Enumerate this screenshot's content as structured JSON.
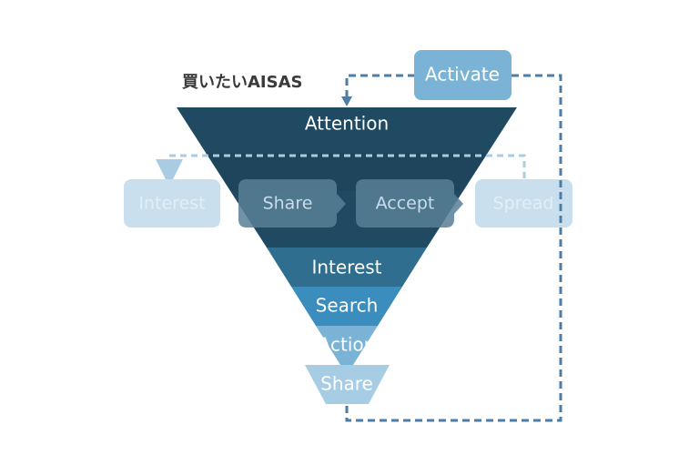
{
  "title": "買いたいAISAS",
  "activate": {
    "label": "Activate"
  },
  "funnel": {
    "stages": [
      {
        "label": "Attention",
        "color": "#1f4a62"
      },
      {
        "label": "Interest",
        "color": "#2f6e8f"
      },
      {
        "label": "Search",
        "color": "#3a8dbd"
      },
      {
        "label": "Action",
        "color": "#7ab3d5"
      },
      {
        "label": "Share",
        "color": "#a6cde4"
      }
    ]
  },
  "share_loop": {
    "steps": [
      {
        "label": "Interest"
      },
      {
        "label": "Share"
      },
      {
        "label": "Accept"
      },
      {
        "label": "Spread"
      }
    ]
  },
  "colors": {
    "funnel_top": "#1f4a62",
    "funnel_band": "#1c3d51",
    "dashed_line": "#4d7da6",
    "activate_box": "#7ab3d5",
    "loop_outer_box": "#c9dfee",
    "loop_inner_box": "#587f97",
    "loop_outer_text": "#e3eef6",
    "loop_inner_text": "#c9dceb",
    "loop_dash": "#a9cce3"
  }
}
